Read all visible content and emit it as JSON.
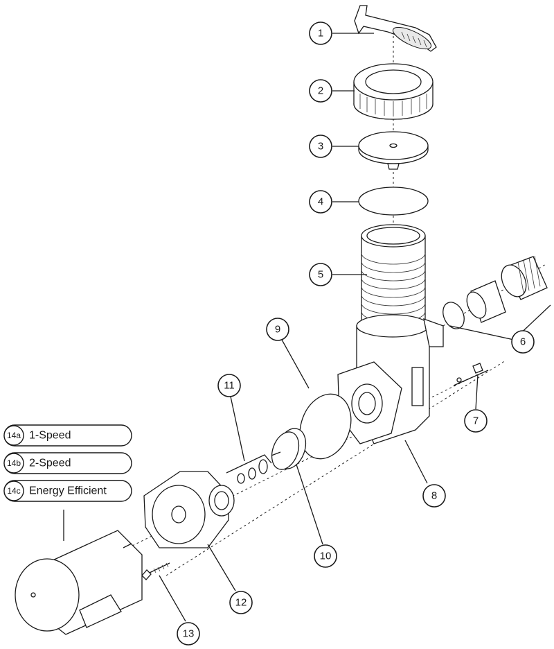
{
  "callouts": [
    "1",
    "2",
    "3",
    "4",
    "5",
    "6",
    "7",
    "8",
    "9",
    "10",
    "11",
    "12",
    "13"
  ],
  "motor_options": [
    {
      "code": "14a",
      "label": "1-Speed"
    },
    {
      "code": "14b",
      "label": "2-Speed"
    },
    {
      "code": "14c",
      "label": "Energy Efficient"
    }
  ]
}
